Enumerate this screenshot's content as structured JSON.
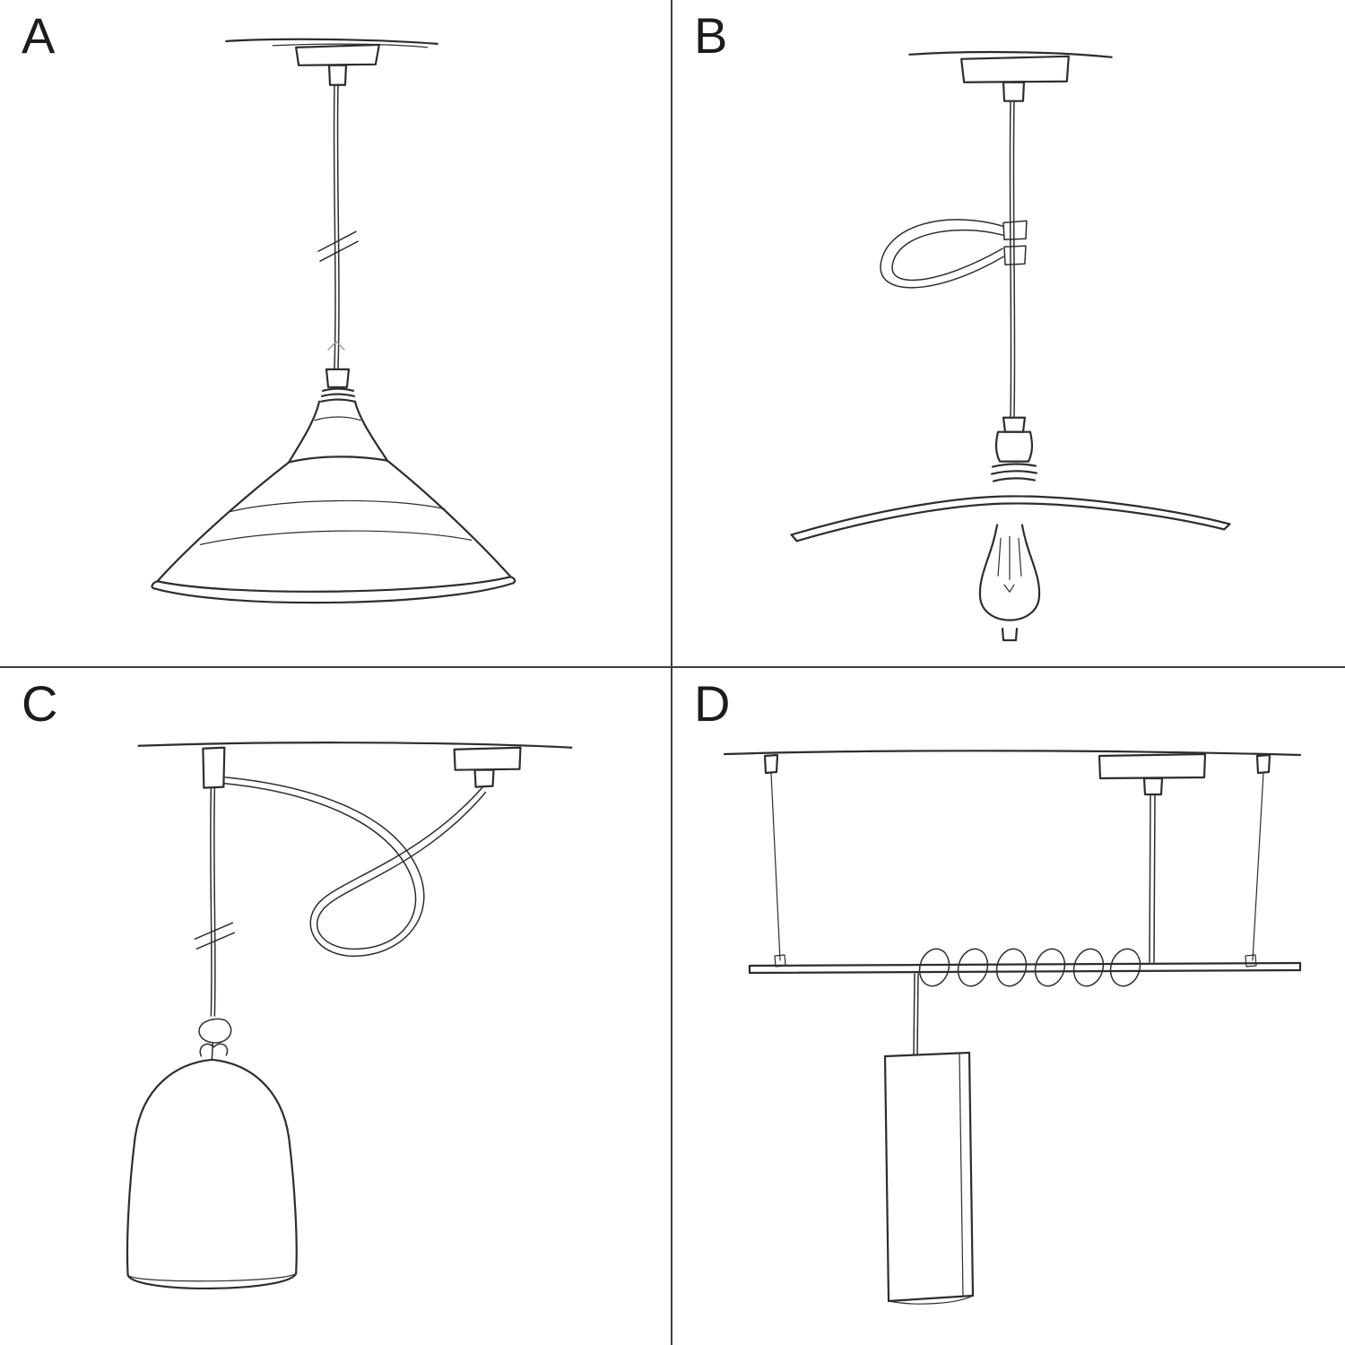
{
  "page": {
    "background_color": "#ffffff",
    "ink_color": "#2d2d2d",
    "divider_color": "#3c3c3c"
  },
  "panels": [
    {
      "label": "A",
      "sketch": "pendant-cable-with-industrial-bowl-shade"
    },
    {
      "label": "B",
      "sketch": "pendant-cable-with-cable-loop-flat-plate-shade-and-exposed-bulb"
    },
    {
      "label": "C",
      "sketch": "swag-pendant-with-ceiling-hook-knot-and-bell-shade"
    },
    {
      "label": "D",
      "sketch": "suspended-bar-with-coiled-cable-and-tube-shade"
    }
  ]
}
